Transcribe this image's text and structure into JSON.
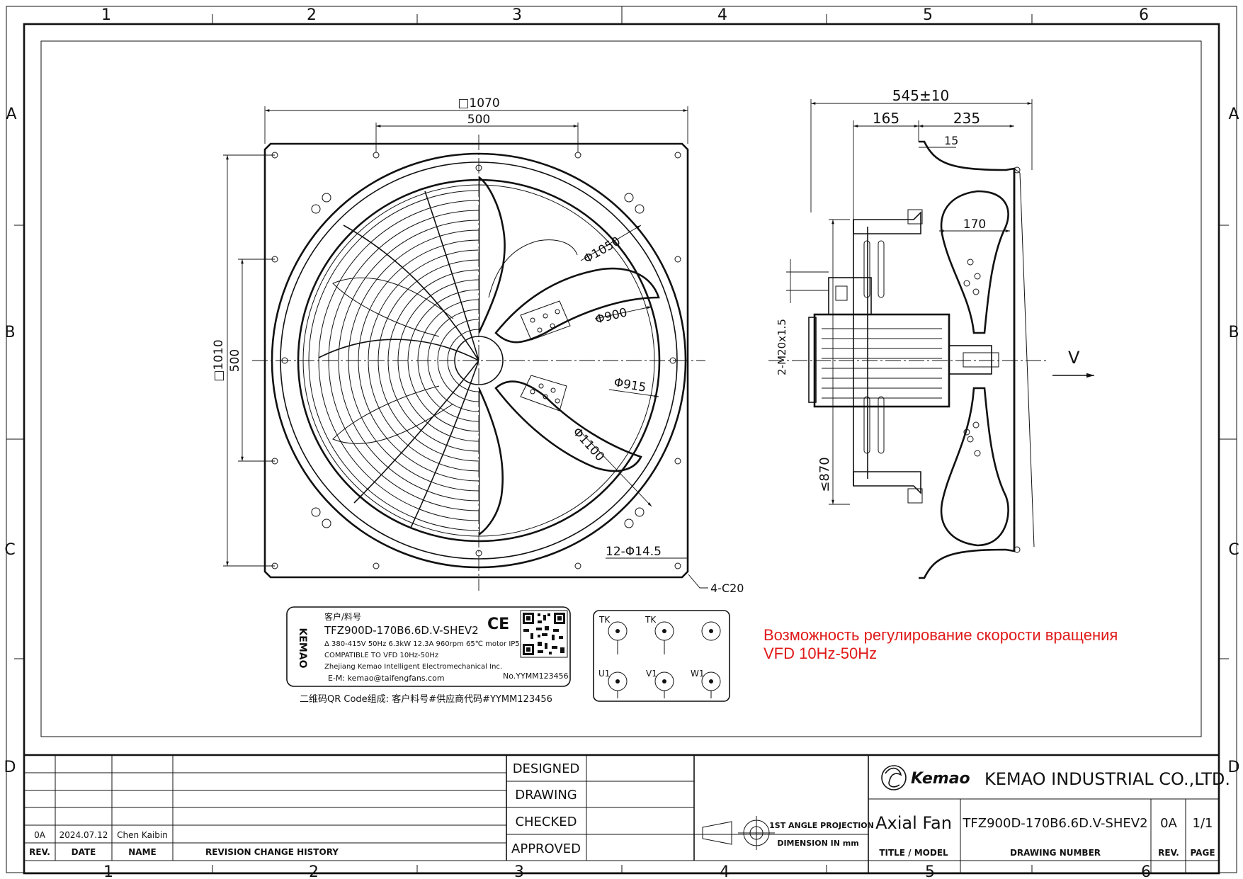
{
  "sheet": {
    "zone_columns": [
      "1",
      "2",
      "3",
      "4",
      "5",
      "6"
    ],
    "zone_rows": [
      "A",
      "B",
      "C",
      "D"
    ]
  },
  "front_view": {
    "dims": {
      "frame_width": "□1070",
      "frame_height": "□1010",
      "hole_spacing_h": "500",
      "hole_spacing_v": "500",
      "d1050": "Φ1050",
      "d900": "Φ900",
      "d915": "Φ915",
      "d1100": "Φ1100",
      "holes": "12-Φ14.5",
      "corners": "4-C20"
    }
  },
  "side_view": {
    "dims": {
      "overall": "545±10",
      "left": "165",
      "right": "235",
      "flange": "15",
      "blade": "170",
      "cable": "2-M20x1.5",
      "height": "≤870"
    },
    "airflow": "V"
  },
  "nameplate": {
    "customer": "客户/料号",
    "model": "TFZ900D-170B6.6D.V-SHEV2",
    "specs": "Δ 380-415V 50Hz 6.3kW 12.3A 960rpm 65℃ motor IP55",
    "vfd": "COMPATIBLE TO VFD 10Hz-50Hz",
    "company": "Zhejiang Kemao Intelligent Electromechanical Inc.",
    "email": "E-M: kemao@taifengfans.com",
    "number": "No.YYMM123456",
    "ce": "CE",
    "logo_vertical": "KEMAO",
    "qr_note": "二维码QR Code组成: 客户料号#供应商代码#YYMM123456"
  },
  "terminals": {
    "labels": [
      "TK",
      "TK",
      "U1",
      "V1",
      "W1"
    ]
  },
  "note": {
    "line1": "Возможность регулирование скорости вращения",
    "line2": "VFD 10Hz-50Hz",
    "color": "#e01a1a"
  },
  "title_block": {
    "designed": "DESIGNED",
    "drawing": "DRAWING",
    "checked": "CHECKED",
    "approved": "APPROVED",
    "projection1": "1ST ANGLE PROJECTION",
    "projection2": "DIMENSION IN mm",
    "company_logo": "Kemao",
    "company": "KEMAO INDUSTRIAL CO.,LTD.",
    "title": "Axial Fan",
    "drawing_number": "TFZ900D-170B6.6D.V-SHEV2",
    "rev": "0A",
    "page": "1/1",
    "headers": {
      "title_model": "TITLE / MODEL",
      "drawing_number": "DRAWING NUMBER",
      "rev": "REV.",
      "page": "PAGE"
    }
  },
  "revision": {
    "rev": "0A",
    "date": "2024.07.12",
    "name": "Chen Kaibin",
    "headers": {
      "rev": "REV.",
      "date": "DATE",
      "name": "NAME",
      "history": "REVISION CHANGE HISTORY"
    }
  }
}
